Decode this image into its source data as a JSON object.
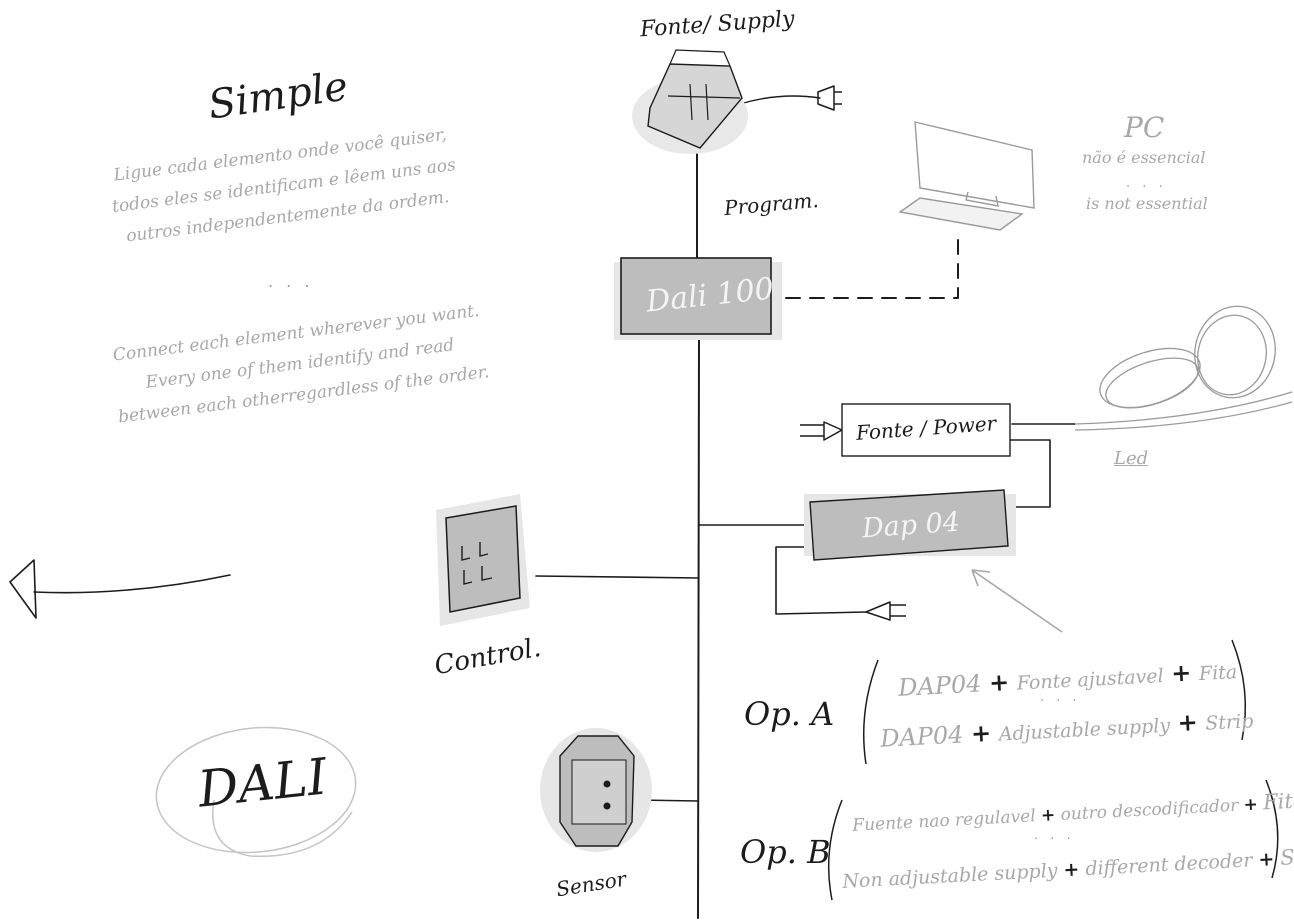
{
  "title": "Simple",
  "intro_pt": [
    "Ligue cada elemento onde você quiser,",
    "todos eles se identificam e lêem uns aos",
    "outros independentemente da ordem."
  ],
  "separator": ". . .",
  "intro_en": [
    "Connect each element wherever you want.",
    "Every one of them identify and read",
    "between each otherregardless of the order."
  ],
  "nodes": {
    "supply": "Fonte/ Supply",
    "program": "Program.",
    "dali100": "Dali 100",
    "pc": "PC",
    "pc_note_pt": "não é essencial",
    "pc_note_en": "is not essential",
    "power": "Fonte / Power",
    "led": "Led",
    "dap04": "Dap 04",
    "control": "Control.",
    "sensor": "Sensor",
    "logo": "DALI"
  },
  "options": {
    "a": {
      "label": "Op. A",
      "line_pt": [
        "DAP04",
        "Fonte ajustavel",
        "Fita"
      ],
      "line_en": [
        "DAP04",
        "Adjustable supply",
        "Strip"
      ]
    },
    "b": {
      "label": "Op. B",
      "line_pt": [
        "Fuente nao regulavel",
        "outro descodificador",
        "Fita"
      ],
      "line_en": [
        "Non adjustable supply",
        "different decoder",
        "Strip"
      ]
    }
  },
  "colors": {
    "ink": "#1c1c1c",
    "pencil": "#a8a8a8",
    "box_fill": "#bdbdbd",
    "shadow": "#e6e6e6"
  }
}
